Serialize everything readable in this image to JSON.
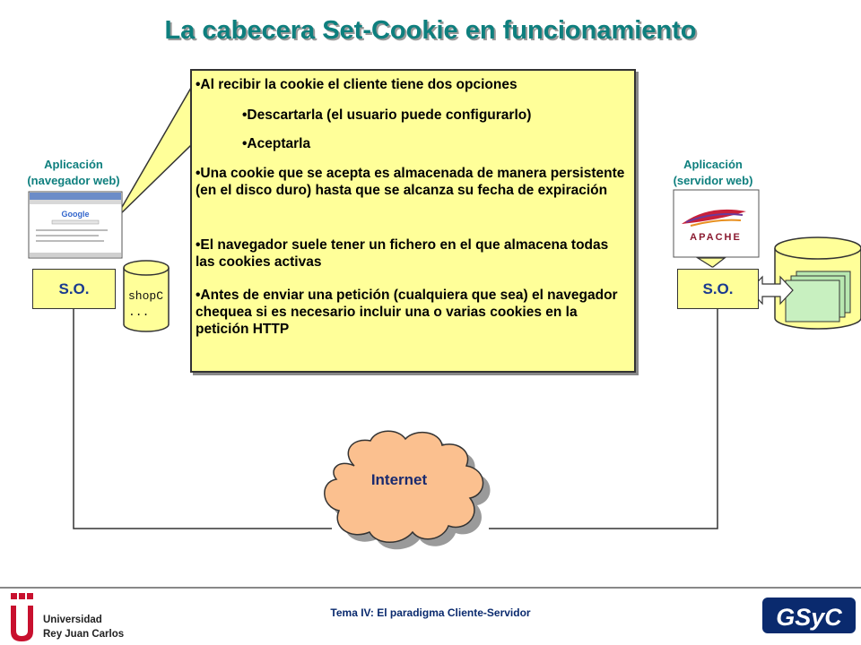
{
  "title": "La cabecera Set-Cookie en funcionamiento",
  "callout": {
    "bullets": [
      {
        "level": 0,
        "text": "•Al recibir la cookie el cliente tiene dos opciones"
      },
      {
        "level": 1,
        "text": "•Descartarla (el usuario puede configurarlo)"
      },
      {
        "level": 1,
        "text": "•Aceptarla"
      },
      {
        "level": 0,
        "text": "•Una cookie que se acepta es almacenada de manera persistente (en el disco duro) hasta que se alcanza su fecha de expiración"
      },
      {
        "level": 0,
        "text": "•El navegador suele tener un fichero en el que almacena todas las cookies activas"
      },
      {
        "level": 0,
        "text": "•Antes de enviar una petición (cualquiera que sea) el navegador chequea si es necesario incluir una o varias cookies en la petición HTTP"
      }
    ]
  },
  "client": {
    "app_label_line1": "Aplicación",
    "app_label_line2": "(navegador web)",
    "os_label": "S.O.",
    "cookie_file_line1": "shopC",
    "cookie_file_line2": "..."
  },
  "server": {
    "app_label_line1": "Aplicación",
    "app_label_line2": "(servidor web)",
    "os_label": "S.O.",
    "logo_text": "APACHE"
  },
  "network": {
    "label": "Internet"
  },
  "footer": {
    "text": "Tema IV: El paradigma Cliente-Servidor",
    "university_line1": "Universidad",
    "university_line2": "Rey Juan Carlos",
    "logo_right": "GSyC"
  },
  "colors": {
    "title": "#0e7f7e",
    "callout_fill": "#ffff99",
    "cloud_fill": "#fbc08f",
    "os_text": "#1a3a8f",
    "university_red": "#c8102e"
  }
}
